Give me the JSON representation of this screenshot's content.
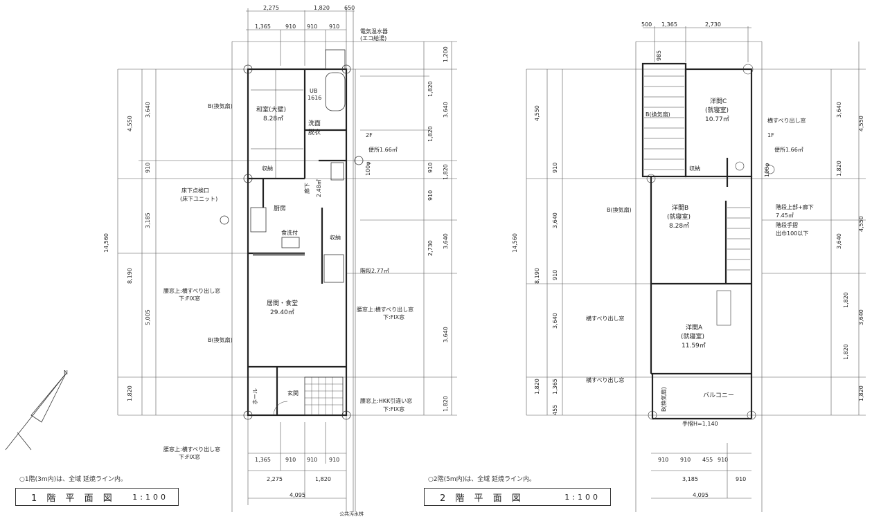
{
  "plan1": {
    "title": "1 階 平 面 図",
    "scale": "1:100",
    "note": "○1階(3m内)は、全域 延焼ライン内。",
    "top_dims_row1": [
      "2,275",
      "1,820",
      "650"
    ],
    "top_dims_row2": [
      "1,365",
      "910",
      "910",
      "910"
    ],
    "bottom_dims_row1": [
      "1,365",
      "910",
      "910",
      "910"
    ],
    "bottom_dims_row2": [
      "2,275",
      "1,820"
    ],
    "bottom_total": "4,095",
    "left_dims": [
      "4,550",
      "3,640",
      "910",
      "3,185",
      "14,560",
      "8,190",
      "5,005",
      "1,820"
    ],
    "right_dims": [
      "1,200",
      "1,820",
      "3,640",
      "1,820",
      "910",
      "1,820",
      "910",
      "2,730",
      "3,640",
      "3,640",
      "1,820"
    ],
    "rooms": {
      "washitsu": "和室(大壁)",
      "washitsu_area": "8.28㎡",
      "ub": "UB",
      "ub_size": "1616",
      "senmen": "洗面",
      "datsui": "脱衣",
      "toilet": "便所1.66㎡",
      "floor2": "2F",
      "storage": "収納",
      "storage2": "収納",
      "hall_area": "2.48㎡",
      "corridor": "廊下",
      "inspection": "床下点検口",
      "inspection_unit": "(床下ユニット)",
      "kitchen": "厨房",
      "dishwasher": "食洗付",
      "stairs": "階段2.77㎡",
      "living": "居間・食堂",
      "living_area": "29.40㎡",
      "hall": "ホール",
      "entrance": "玄関",
      "water_heater": "電気温水器",
      "water_heater_sub": "(エコ給湯)",
      "fan1": "B(換気扇)",
      "fan2": "B(換気扇)",
      "pipe": "100φ",
      "window_left_1": "腰窓上:横すべり出し窓",
      "window_left_2": "下:FIX窓",
      "window_right_1": "腰窓上:横すべり出し窓",
      "window_right_2": "下:FIX窓",
      "window_hkk_1": "腰窓上:HKK引違い窓",
      "window_hkk_2": "下:FIX窓",
      "window_bottom_1": "腰窓上:横すべり出し窓",
      "window_bottom_2": "下:FIX窓",
      "sewer": "公共汚水桝",
      "north": "N"
    }
  },
  "plan2": {
    "title": "2 階 平 面 図",
    "scale": "1:100",
    "note": "○2階(5m内)は、全域 延焼ライン内。",
    "top_dims": [
      "500",
      "1,365",
      "2,730"
    ],
    "top_dim_vertical": "985",
    "bottom_dims_row1": [
      "910",
      "910",
      "455",
      "910"
    ],
    "bottom_dims_row2": [
      "3,185",
      "910"
    ],
    "bottom_total": "4,095",
    "left_dims": [
      "4,550",
      "910",
      "14,560",
      "3,640",
      "8,190",
      "910",
      "3,640",
      "1,820",
      "1,365",
      "455"
    ],
    "right_dims": [
      "3,640",
      "4,550",
      "1,820",
      "3,640",
      "4,550",
      "1,820",
      "3,640",
      "1,820",
      "1,820"
    ],
    "rooms": {
      "room_c": "洋間C",
      "room_c_sub": "(就寝室)",
      "room_c_area": "10.77㎡",
      "room_b": "洋間B",
      "room_b_sub": "(就寝室)",
      "room_b_area": "8.28㎡",
      "room_a": "洋間A",
      "room_a_sub": "(就寝室)",
      "room_a_area": "11.59㎡",
      "toilet": "便所1.66㎡",
      "floor1": "1F",
      "storage": "収納",
      "stair_hall": "階段上部+廊下",
      "stair_hall_area": "7.45㎡",
      "handrail": "階段手摺",
      "handrail_sub": "出巾100以下",
      "window1": "横すべり出し窓",
      "window2": "横すべり出し窓",
      "window3": "横すべり出し窓",
      "balcony": "バルコニー",
      "balcony_rail": "手摺H=1,140",
      "fan": "B(換気扇)",
      "fan2": "B(換気扇)",
      "fan3": "B(換気扇)",
      "pipe": "100φ"
    }
  }
}
